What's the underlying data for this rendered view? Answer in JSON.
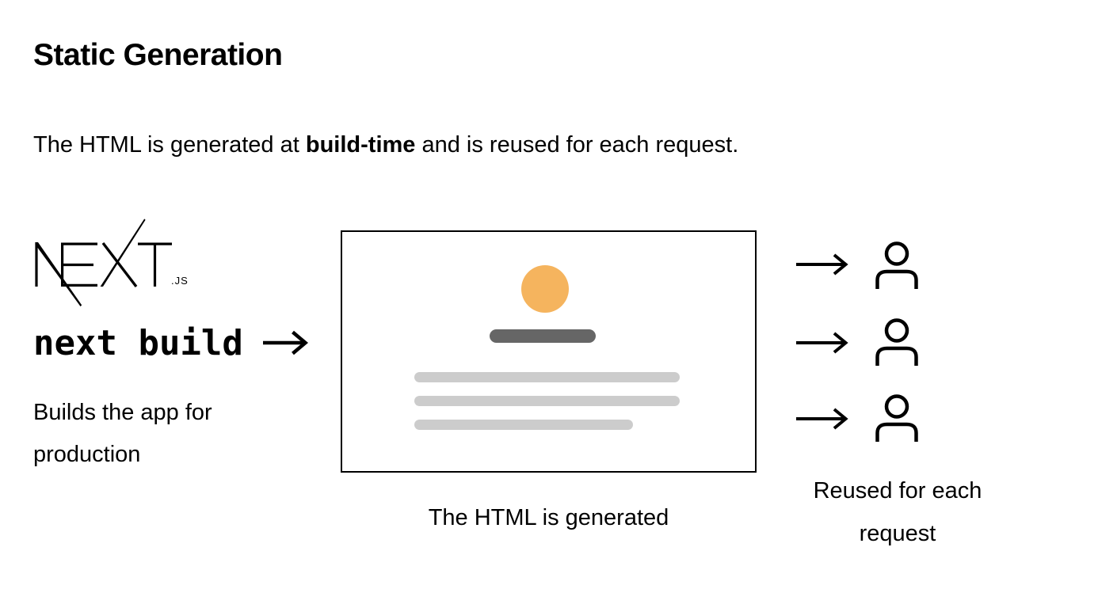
{
  "header": {
    "title": "Static Generation",
    "subtitle": {
      "pre": "The HTML is generated at ",
      "emphasis": "build-time",
      "post": " and is reused for each request."
    }
  },
  "build_column": {
    "logo": {
      "brand": "NEXT",
      "suffix": ".JS"
    },
    "command": "next build",
    "description": "Builds the app for production"
  },
  "page_preview": {
    "caption": "The HTML is generated",
    "colors": {
      "avatar": "#F5B45E",
      "title_bar": "#666666",
      "text_bar": "#CCCCCC",
      "border": "#000000"
    }
  },
  "requests": {
    "caption": "Reused for each request",
    "count": 3,
    "icons": {
      "arrow": "arrow-right",
      "user": "person-outline"
    }
  }
}
